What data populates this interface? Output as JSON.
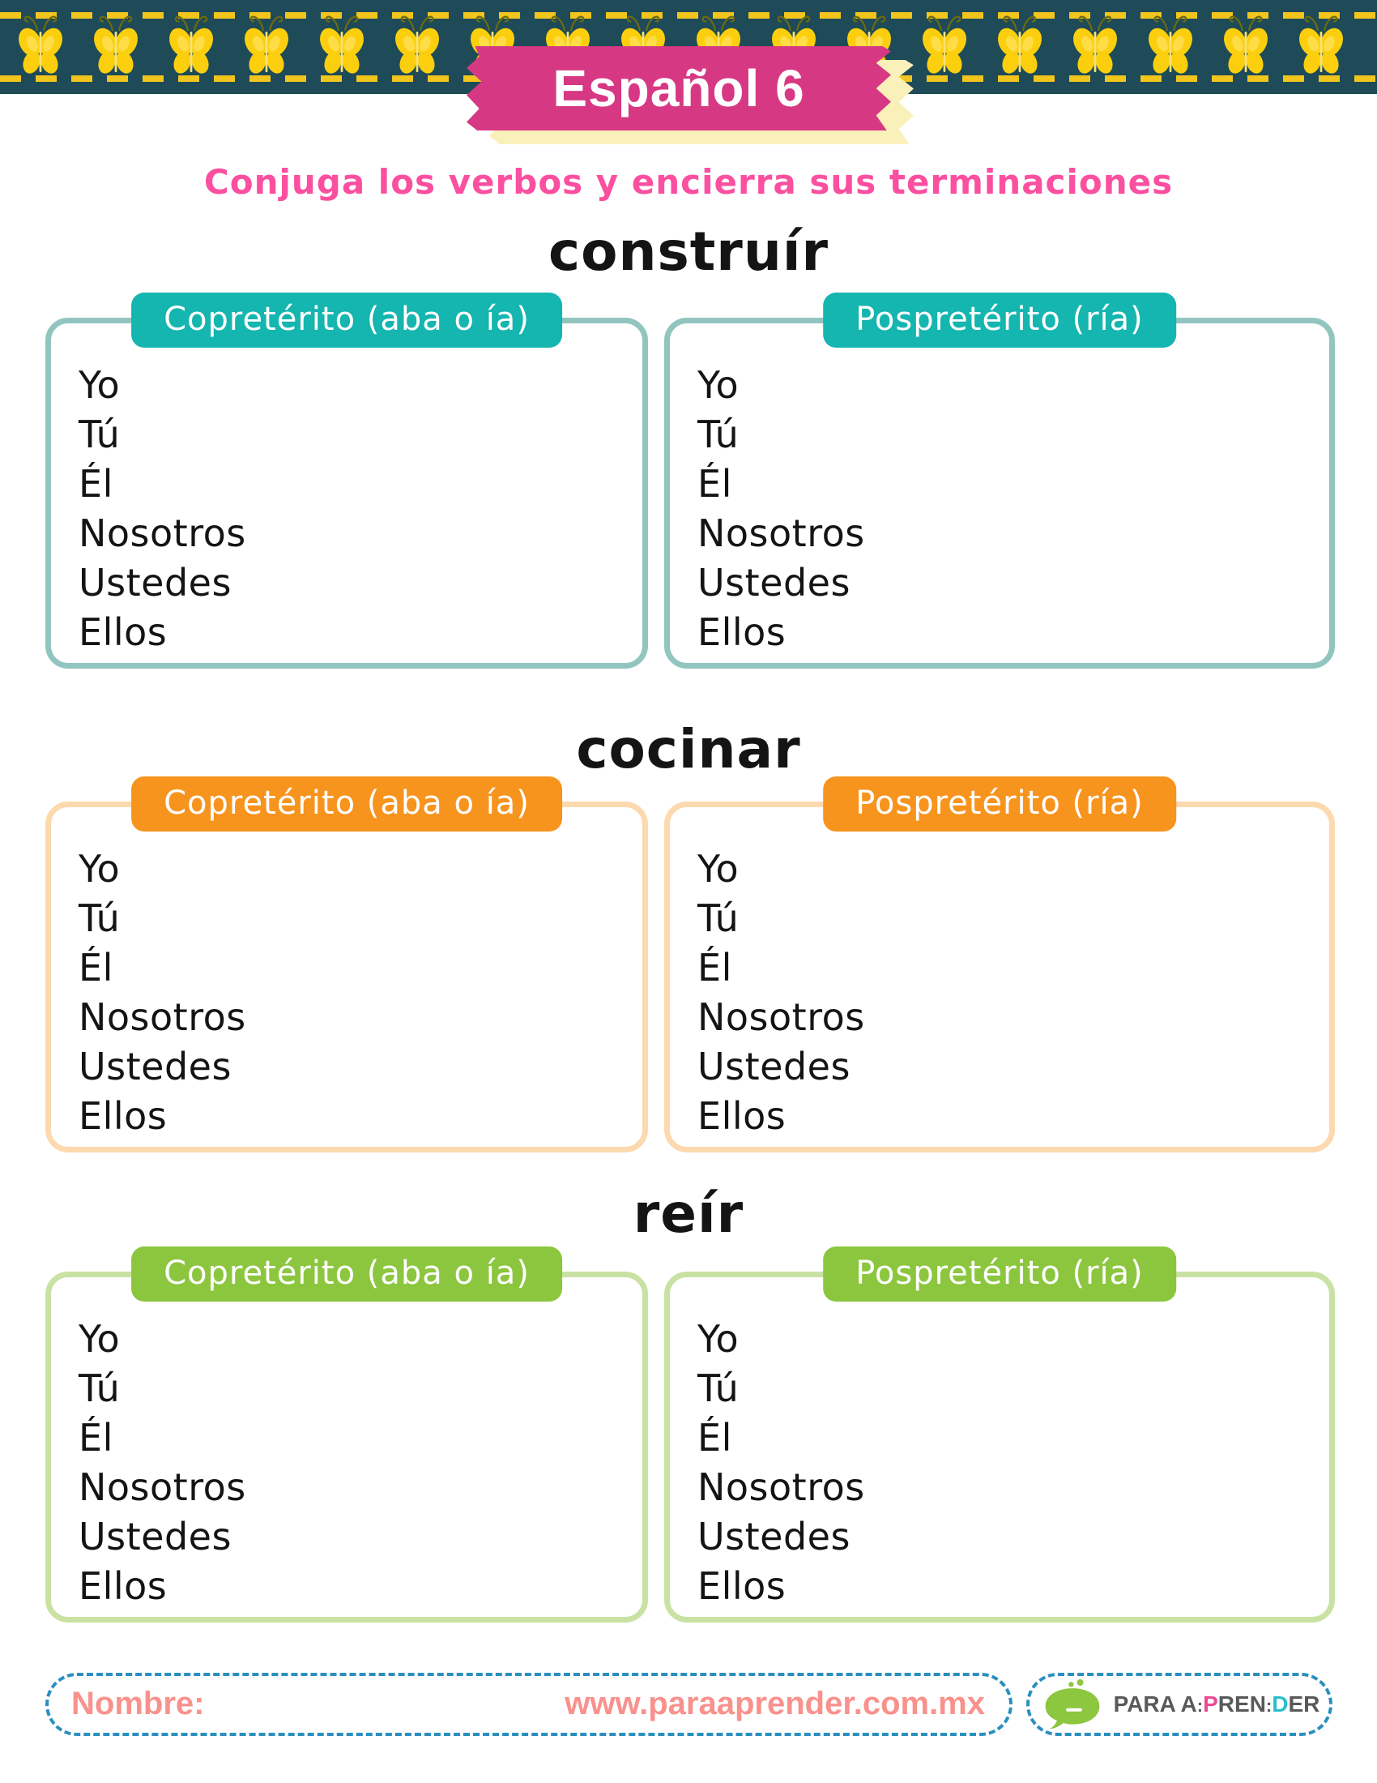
{
  "header_banner": {
    "title": "Español 6"
  },
  "instruction": "Conjuga los verbos y encierra sus terminaciones",
  "sections": [
    {
      "verb": "construír",
      "theme": "teal",
      "boxes": [
        {
          "header": "Copretérito (aba o ía)",
          "pronouns": [
            "Yo",
            "Tú",
            "Él",
            "Nosotros",
            "Ustedes",
            "Ellos"
          ]
        },
        {
          "header": "Pospretérito (ría)",
          "pronouns": [
            "Yo",
            "Tú",
            "Él",
            "Nosotros",
            "Ustedes",
            "Ellos"
          ]
        }
      ]
    },
    {
      "verb": "cocinar",
      "theme": "orange",
      "boxes": [
        {
          "header": "Copretérito (aba o ía)",
          "pronouns": [
            "Yo",
            "Tú",
            "Él",
            "Nosotros",
            "Ustedes",
            "Ellos"
          ]
        },
        {
          "header": "Pospretérito (ría)",
          "pronouns": [
            "Yo",
            "Tú",
            "Él",
            "Nosotros",
            "Ustedes",
            "Ellos"
          ]
        }
      ]
    },
    {
      "verb": "reír",
      "theme": "green",
      "boxes": [
        {
          "header": "Copretérito (aba o ía)",
          "pronouns": [
            "Yo",
            "Tú",
            "Él",
            "Nosotros",
            "Ustedes",
            "Ellos"
          ]
        },
        {
          "header": "Pospretérito (ría)",
          "pronouns": [
            "Yo",
            "Tú",
            "Él",
            "Nosotros",
            "Ustedes",
            "Ellos"
          ]
        }
      ]
    }
  ],
  "footer": {
    "name_label": "Nombre:",
    "website": "www.paraaprender.com.mx",
    "logo": {
      "icon": "speech-bubble-icon",
      "text_para": "PARA A",
      "sep1": ":",
      "letter_p": "P",
      "text_ren": "REN",
      "sep2": ":",
      "letter_d": "D",
      "text_er": "ER"
    }
  },
  "colors": {
    "banner_bg": "#1e4b57",
    "banner_dash_gold": "#f2c51d",
    "butterfly_yellow": "#fccf0e",
    "ribbon_pink": "#d73884",
    "ribbon_cream": "#faf0ba",
    "instruction_pink": "#fb4fa0",
    "teal_header": "#15b5b0",
    "teal_border": "#93c5c0",
    "orange_header": "#f7941e",
    "orange_border": "#fcd9ae",
    "green_header": "#8cc63f",
    "green_border": "#c9e2a3",
    "footer_text_salmon": "#f9918c",
    "footer_dash_blue": "#2a8fc0",
    "logo_green": "#8dc63f",
    "logo_gray": "#58595b",
    "logo_pink": "#ec4a94",
    "logo_teal": "#2bc0c8"
  }
}
